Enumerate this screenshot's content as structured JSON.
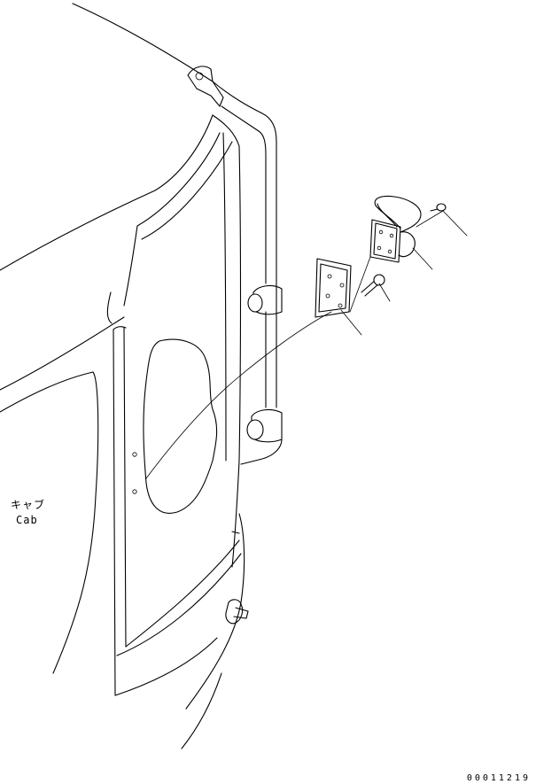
{
  "labels": {
    "cab_ja": "キャブ",
    "cab_en": "Cab"
  },
  "drawing_number": "00011219"
}
